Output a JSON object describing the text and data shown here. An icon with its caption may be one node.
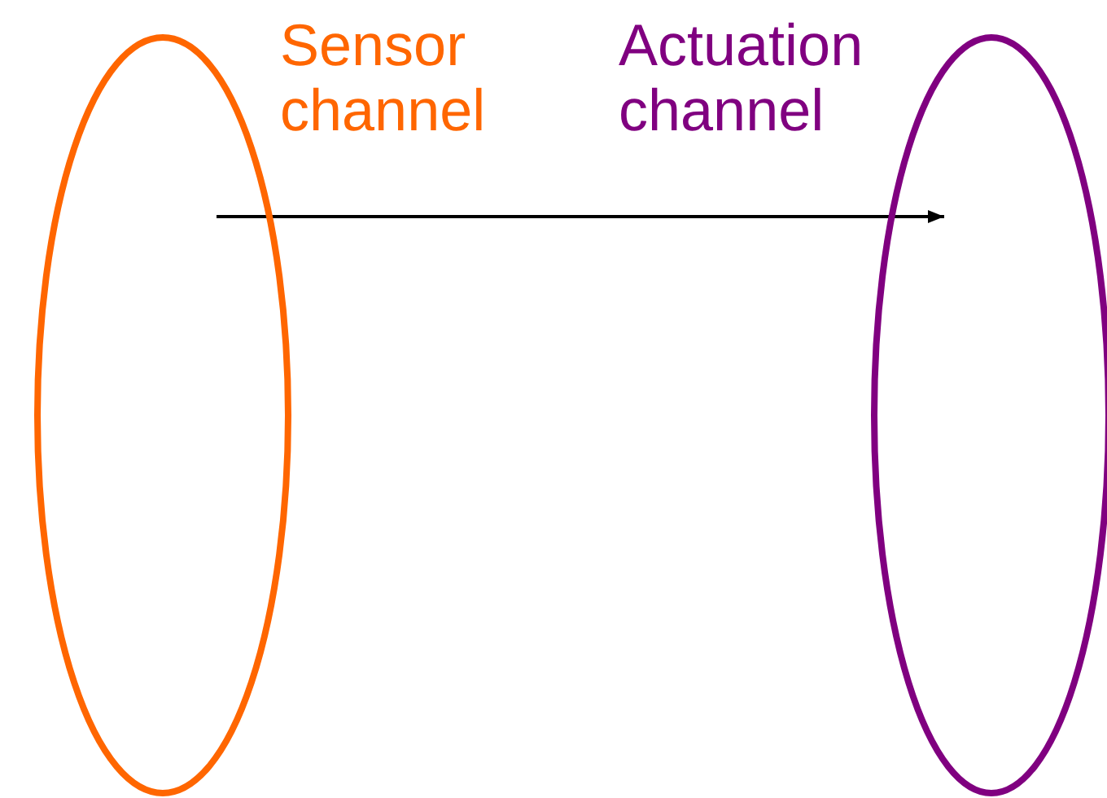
{
  "diagram": {
    "nodes": [
      {
        "text": [
          "Sensor channel"
        ]
      },
      {
        "text": [
          "Actuation channel"
        ]
      }
    ],
    "edges": [
      {
        "from": 0,
        "to": 1,
        "arrow": "to"
      }
    ]
  }
}
